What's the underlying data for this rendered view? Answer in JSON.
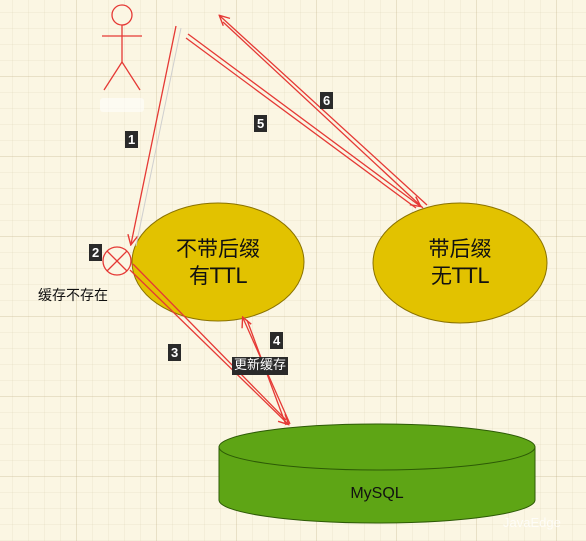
{
  "nodes": {
    "ellipse_no_suffix": {
      "line1": "不带后缀",
      "line2": "有TTL",
      "fill": "#e2c200"
    },
    "ellipse_with_suffix": {
      "line1": "带后缀",
      "line2": "无TTL",
      "fill": "#e2c200"
    },
    "database": {
      "label": "MySQL",
      "fill": "#5ea515"
    }
  },
  "steps": [
    "1",
    "2",
    "3",
    "4",
    "5",
    "6"
  ],
  "labels": {
    "cache_miss": "缓存不存在",
    "update_cache": "更新缓存"
  },
  "watermark": "JavaEdge",
  "colors": {
    "arrow": "#e53935",
    "actor": "#e53935"
  }
}
